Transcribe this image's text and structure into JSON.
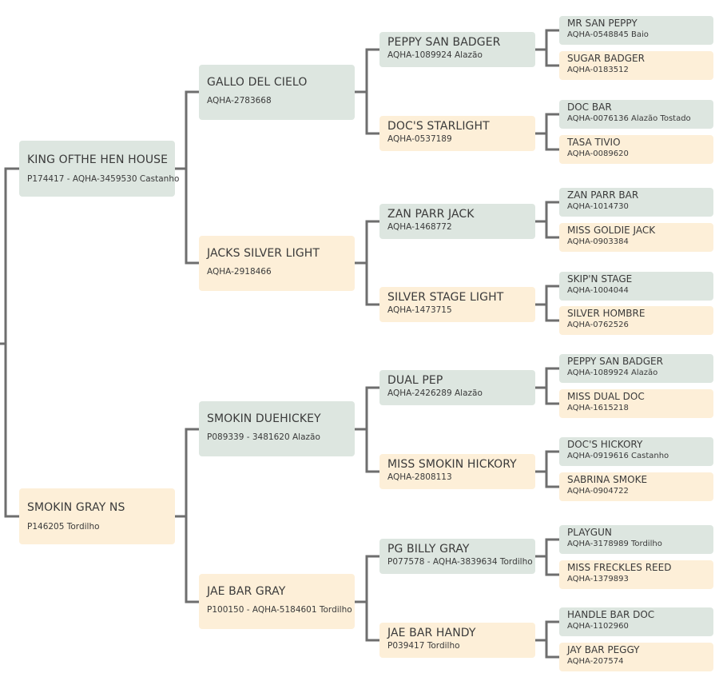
{
  "pedigree": {
    "sire": {
      "name": "KING OFTHE HEN HOUSE",
      "info": "P174417 - AQHA-3459530 Castanho",
      "sire": {
        "name": "GALLO DEL CIELO",
        "info": "AQHA-2783668",
        "sire": {
          "name": "PEPPY SAN BADGER",
          "info": "AQHA-1089924 Alazão",
          "sire": {
            "name": "MR SAN PEPPY",
            "info": "AQHA-0548845 Baio"
          },
          "dam": {
            "name": "SUGAR BADGER",
            "info": "AQHA-0183512"
          }
        },
        "dam": {
          "name": "DOC'S STARLIGHT",
          "info": "AQHA-0537189",
          "sire": {
            "name": "DOC BAR",
            "info": "AQHA-0076136 Alazão Tostado"
          },
          "dam": {
            "name": "TASA TIVIO",
            "info": "AQHA-0089620"
          }
        }
      },
      "dam": {
        "name": "JACKS SILVER LIGHT",
        "info": "AQHA-2918466",
        "sire": {
          "name": "ZAN PARR JACK",
          "info": "AQHA-1468772",
          "sire": {
            "name": "ZAN PARR BAR",
            "info": "AQHA-1014730"
          },
          "dam": {
            "name": "MISS GOLDIE JACK",
            "info": "AQHA-0903384"
          }
        },
        "dam": {
          "name": "SILVER STAGE LIGHT",
          "info": "AQHA-1473715",
          "sire": {
            "name": "SKIP'N STAGE",
            "info": "AQHA-1004044"
          },
          "dam": {
            "name": "SILVER HOMBRE",
            "info": "AQHA-0762526"
          }
        }
      }
    },
    "dam": {
      "name": "SMOKIN GRAY NS",
      "info": "P146205 Tordilho",
      "sire": {
        "name": "SMOKIN DUEHICKEY",
        "info": "P089339 - 3481620 Alazão",
        "sire": {
          "name": "DUAL PEP",
          "info": "AQHA-2426289 Alazão",
          "sire": {
            "name": "PEPPY SAN BADGER",
            "info": "AQHA-1089924 Alazão"
          },
          "dam": {
            "name": "MISS DUAL DOC",
            "info": "AQHA-1615218"
          }
        },
        "dam": {
          "name": "MISS SMOKIN HICKORY",
          "info": "AQHA-2808113",
          "sire": {
            "name": "DOC'S HICKORY",
            "info": "AQHA-0919616 Castanho"
          },
          "dam": {
            "name": "SABRINA SMOKE",
            "info": "AQHA-0904722"
          }
        }
      },
      "dam": {
        "name": "JAE BAR GRAY",
        "info": "P100150 - AQHA-5184601 Tordilho",
        "sire": {
          "name": "PG BILLY GRAY",
          "info": "P077578 - AQHA-3839634 Tordilho",
          "sire": {
            "name": "PLAYGUN",
            "info": "AQHA-3178989 Tordilho"
          },
          "dam": {
            "name": "MISS FRECKLES REED",
            "info": "AQHA-1379893"
          }
        },
        "dam": {
          "name": "JAE BAR HANDY",
          "info": "P039417 Tordilho",
          "sire": {
            "name": "HANDLE BAR DOC",
            "info": "AQHA-1102960"
          },
          "dam": {
            "name": "JAY BAR PEGGY",
            "info": "AQHA-207574"
          }
        }
      }
    }
  },
  "colors": {
    "sire_box": "#dde6e0",
    "dam_box": "#fdefd8",
    "connector": "#6e6e6e",
    "text": "#3a3a3a"
  }
}
